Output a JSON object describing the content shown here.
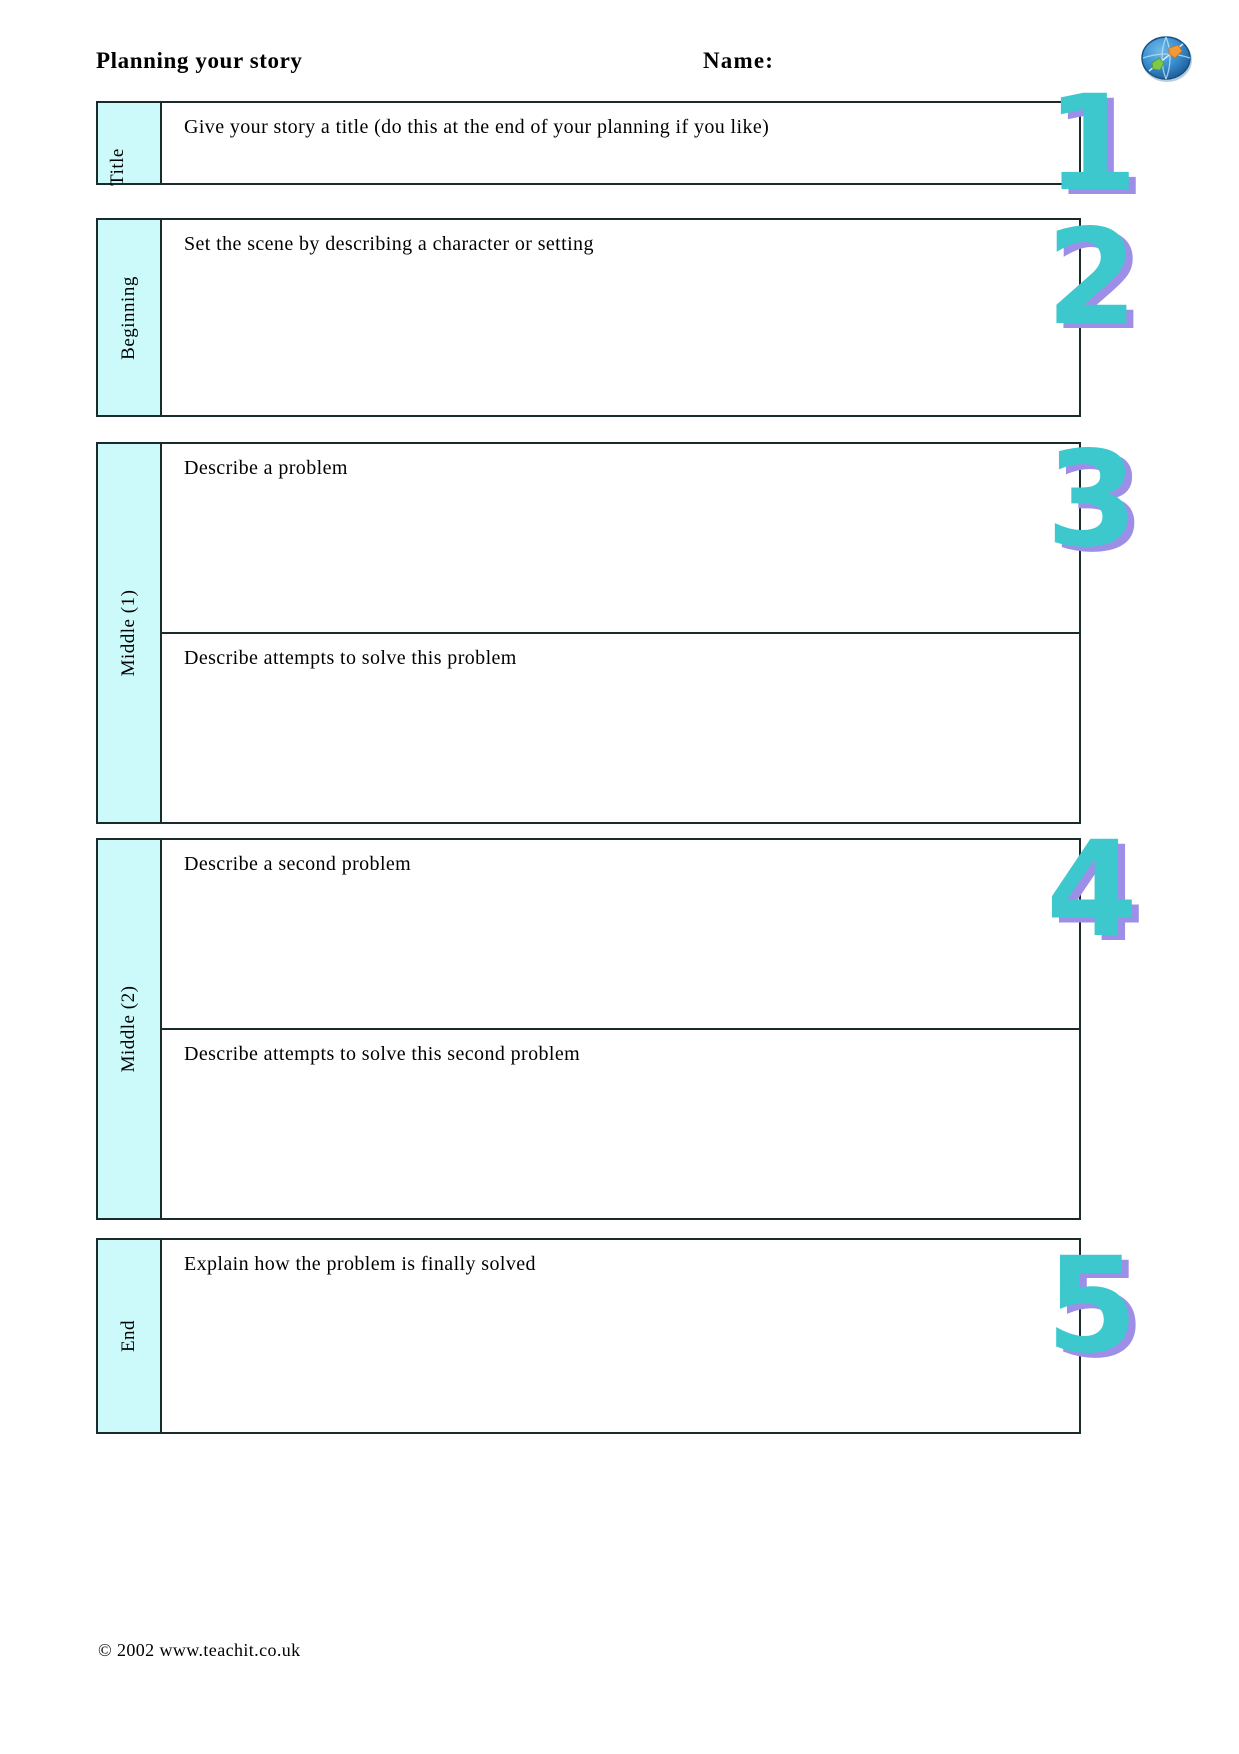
{
  "header": {
    "title": "Planning your story",
    "name_label": "Name:",
    "logo_icon": "globe-logo-icon"
  },
  "sections": [
    {
      "number": "1",
      "label": "Title",
      "prompts": [
        "Give your story a title (do this at the end of your planning if you like)"
      ]
    },
    {
      "number": "2",
      "label": "Beginning",
      "prompts": [
        "Set the scene by describing a character or setting"
      ]
    },
    {
      "number": "3",
      "label": "Middle (1)",
      "prompts": [
        "Describe a problem",
        "Describe attempts to solve this problem"
      ]
    },
    {
      "number": "4",
      "label": "Middle (2)",
      "prompts": [
        "Describe a second problem",
        "Describe attempts to solve this second problem"
      ]
    },
    {
      "number": "5",
      "label": "End",
      "prompts": [
        "Explain how the problem is finally solved"
      ]
    }
  ],
  "footer": {
    "copyright": "© 2002 www.teachit.co.uk"
  },
  "colors": {
    "label_cell_fill": "#CCFAFA",
    "number_fill": "#3CC8CC",
    "number_shadow": "#9D8FE8",
    "border": "#1a2b2b"
  }
}
